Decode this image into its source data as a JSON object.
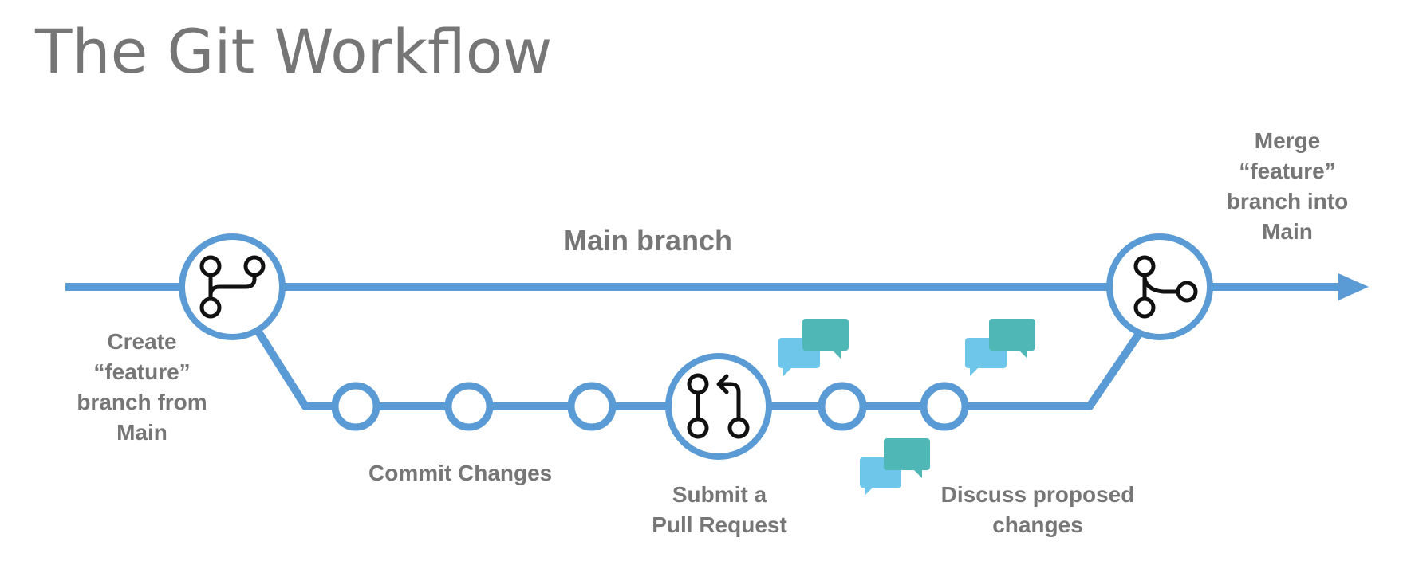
{
  "title": "The Git Workflow",
  "colors": {
    "line": "#5b9bd5",
    "icon": "#111111",
    "label": "#767676",
    "bubble_light": "#6ec6ea",
    "bubble_teal": "#4fb8b6"
  },
  "labels": {
    "main_branch": "Main branch",
    "create": [
      "Create",
      "“feature”",
      "branch from",
      "Main"
    ],
    "commit": "Commit Changes",
    "pull_request": [
      "Submit a",
      "Pull Request"
    ],
    "discuss": [
      "Discuss proposed",
      "changes"
    ],
    "merge": [
      "Merge",
      "“feature”",
      "branch into",
      "Main"
    ]
  },
  "icons": {
    "branch_node": "git-branch-icon",
    "pull_request_node": "git-pull-request-icon",
    "merge_node": "git-merge-icon",
    "discussion": "speech-bubbles-icon"
  }
}
